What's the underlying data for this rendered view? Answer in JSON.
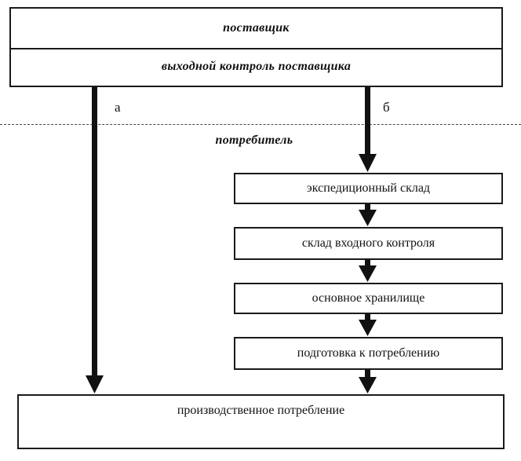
{
  "supplier": {
    "title": "поставщик",
    "control": "выходной контроль поставщика"
  },
  "paths": {
    "a": "а",
    "b": "б"
  },
  "consumer": {
    "title": "потребитель"
  },
  "steps": [
    "экспедиционный склад",
    "склад входного контроля",
    "основное хранилище",
    "подготовка к потреблению"
  ],
  "final": "производственное потребление"
}
